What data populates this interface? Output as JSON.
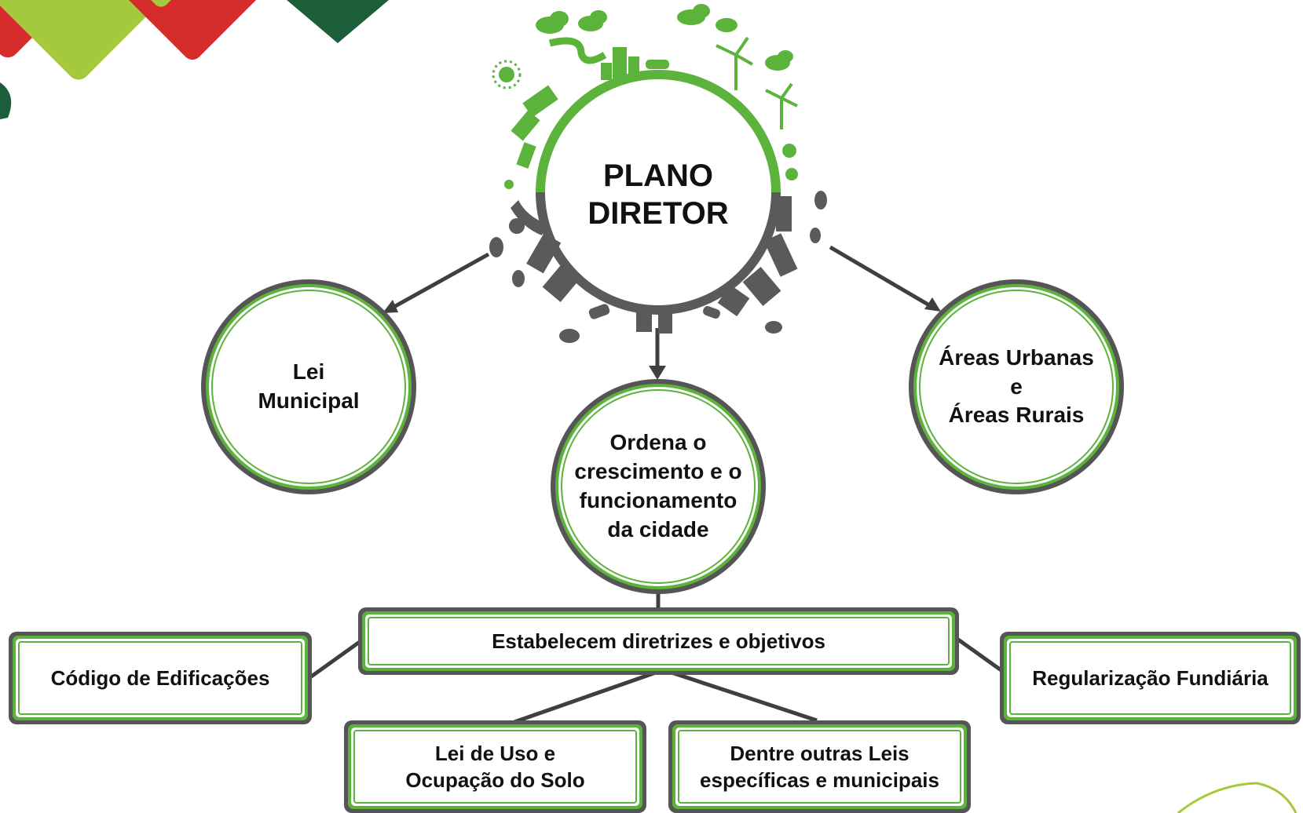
{
  "colors": {
    "green": "#5cb33b",
    "light_green": "#a5c93c",
    "red": "#d62b2b",
    "dark_green": "#1d5e3a",
    "gray": "#555555"
  },
  "central": {
    "title": "PLANO\nDIRETOR"
  },
  "nodes": {
    "lei_municipal": "Lei\nMunicipal",
    "ordena": "Ordena o\ncrescimento e o\nfuncionamento\nda cidade",
    "areas": "Áreas Urbanas\ne\nÁreas Rurais"
  },
  "boxes": {
    "diretrizes": "Estabelecem diretrizes e objetivos",
    "codigo": "Código de Edificações",
    "regularizacao": "Regularização Fundiária",
    "uso_solo": "Lei de Uso e\nOcupação do Solo",
    "outras_leis": "Dentre outras Leis\nespecíficas e municipais"
  },
  "icons": [
    "cloud-icon",
    "sun-icon",
    "wind-turbine-icon",
    "solar-panel-icon",
    "building-icon",
    "tree-icon",
    "car-icon",
    "factory-icon"
  ]
}
